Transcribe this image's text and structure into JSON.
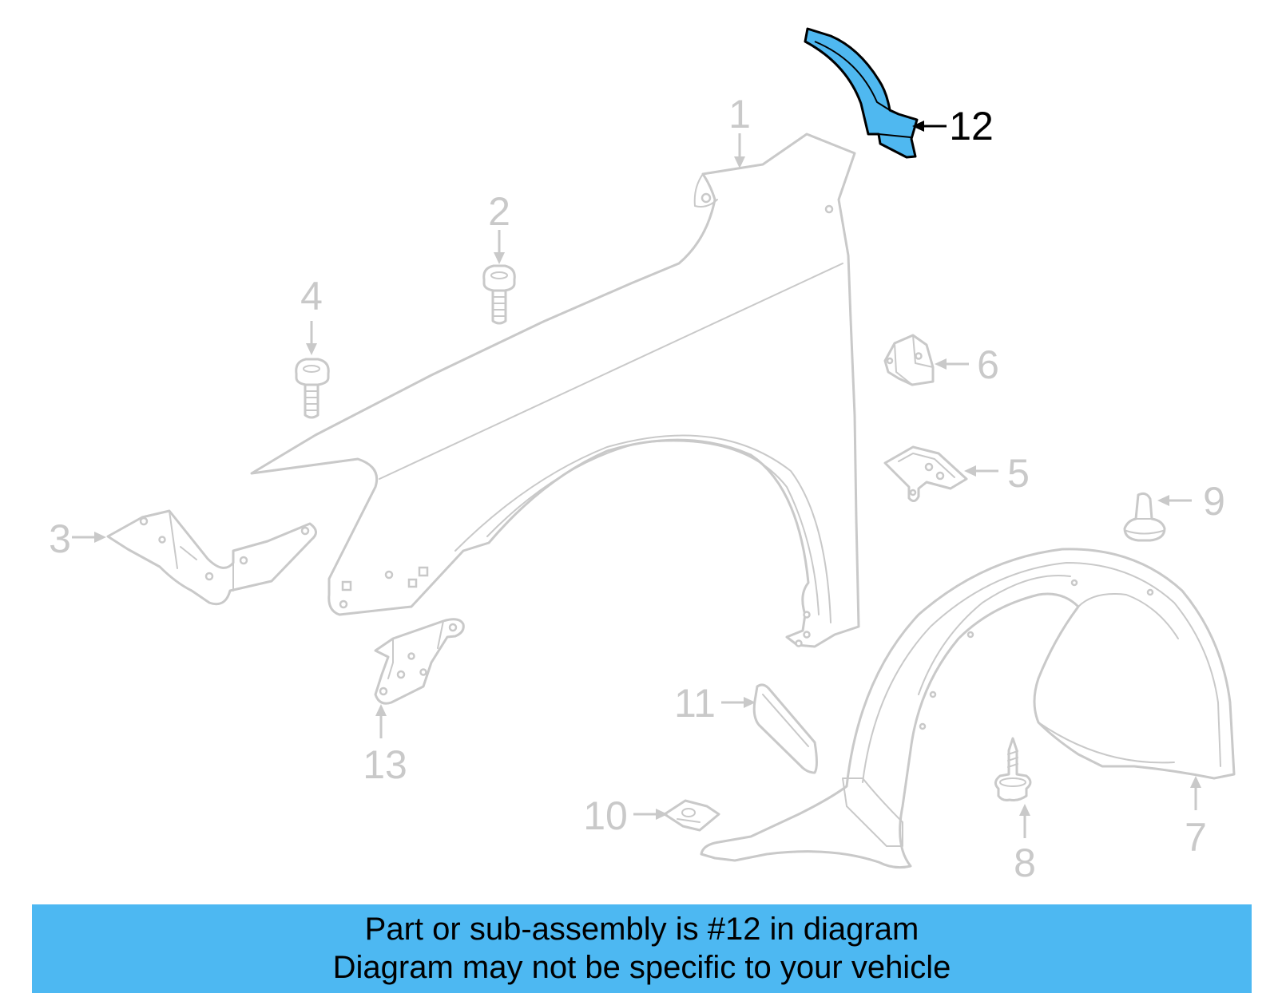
{
  "diagram": {
    "highlighted_part": "12",
    "callouts": {
      "c1": "1",
      "c2": "2",
      "c3": "3",
      "c4": "4",
      "c5": "5",
      "c6": "6",
      "c7": "7",
      "c8": "8",
      "c9": "9",
      "c10": "10",
      "c11": "11",
      "c12": "12",
      "c13": "13"
    },
    "colors": {
      "inactive_part": "#c9c9c9",
      "highlight_fill": "#4fb8f0",
      "highlight_outline": "#000000",
      "banner": "#4db8f2"
    }
  },
  "banner": {
    "line1": "Part or sub-assembly is #12 in diagram",
    "line2": "Diagram may not be specific to your vehicle"
  }
}
